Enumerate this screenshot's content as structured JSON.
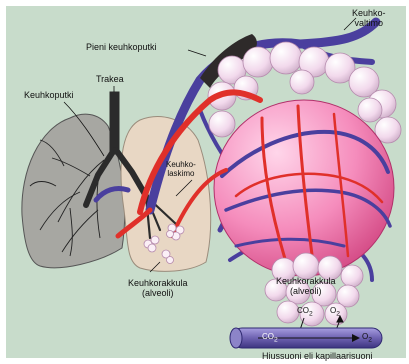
{
  "labels": {
    "trachea": "Trakea",
    "bronchus": "Keuhkoputki",
    "bronchiole": "Pieni keuhkoputki",
    "pulmonary_vein_line1": "Keuhko-",
    "pulmonary_vein_line2": "valtimo",
    "pulmonary_tissue_line1": "Keuhko-",
    "pulmonary_tissue_line2": "laskimo",
    "alveoli_left_line1": "Keuhkorakkula",
    "alveoli_left_line2": "(alveoli)",
    "alveoli_right_line1": "Keuhkorakkula",
    "alveoli_right_line2": "(alveoli)",
    "co2": "CO",
    "co2_sub": "2",
    "o2": "O",
    "o2_sub": "2",
    "co2_capillary": "CO",
    "co2_capillary_sub": "2",
    "o2_capillary": "O",
    "o2_capillary_sub": "2",
    "capillary": "Hiussuoni eli kapillaarisuoni"
  },
  "colors": {
    "background": "#c8dccb",
    "lung": "#a7a7a2",
    "airway": "#2b2b2b",
    "artery": "#e0302a",
    "vein": "#4a3f9e",
    "alveolus": "#efcde6",
    "alveolus_large": "#f06aa3",
    "capillary": "#7d71b8"
  }
}
